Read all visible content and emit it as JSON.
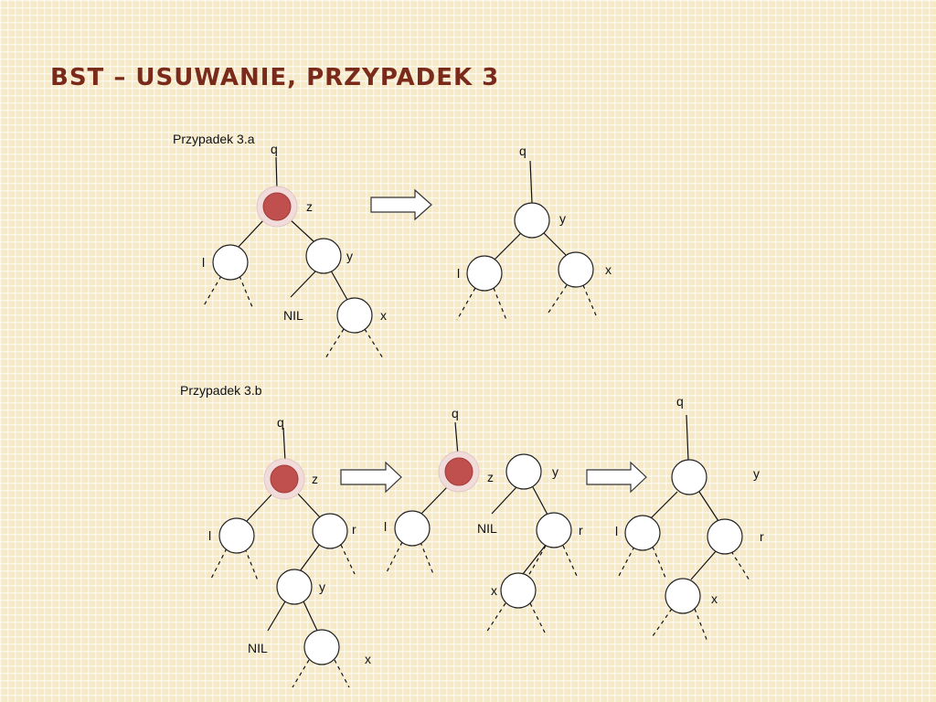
{
  "slide": {
    "title": "BST – USUWANIE,  PRZYPADEK 3",
    "case_a_caption": "Przypadek 3.a",
    "case_b_caption": "Przypadek 3.b"
  },
  "labels": {
    "q": "q",
    "z": "z",
    "y": "y",
    "l": "l",
    "x": "x",
    "r": "r",
    "nil": "NIL"
  },
  "colors": {
    "removed_node": "#c0504d",
    "removed_node_ring": "#f2dcdb",
    "title": "#7a2a1a"
  },
  "icons": {
    "transition_arrow": "right-arrow-icon"
  }
}
